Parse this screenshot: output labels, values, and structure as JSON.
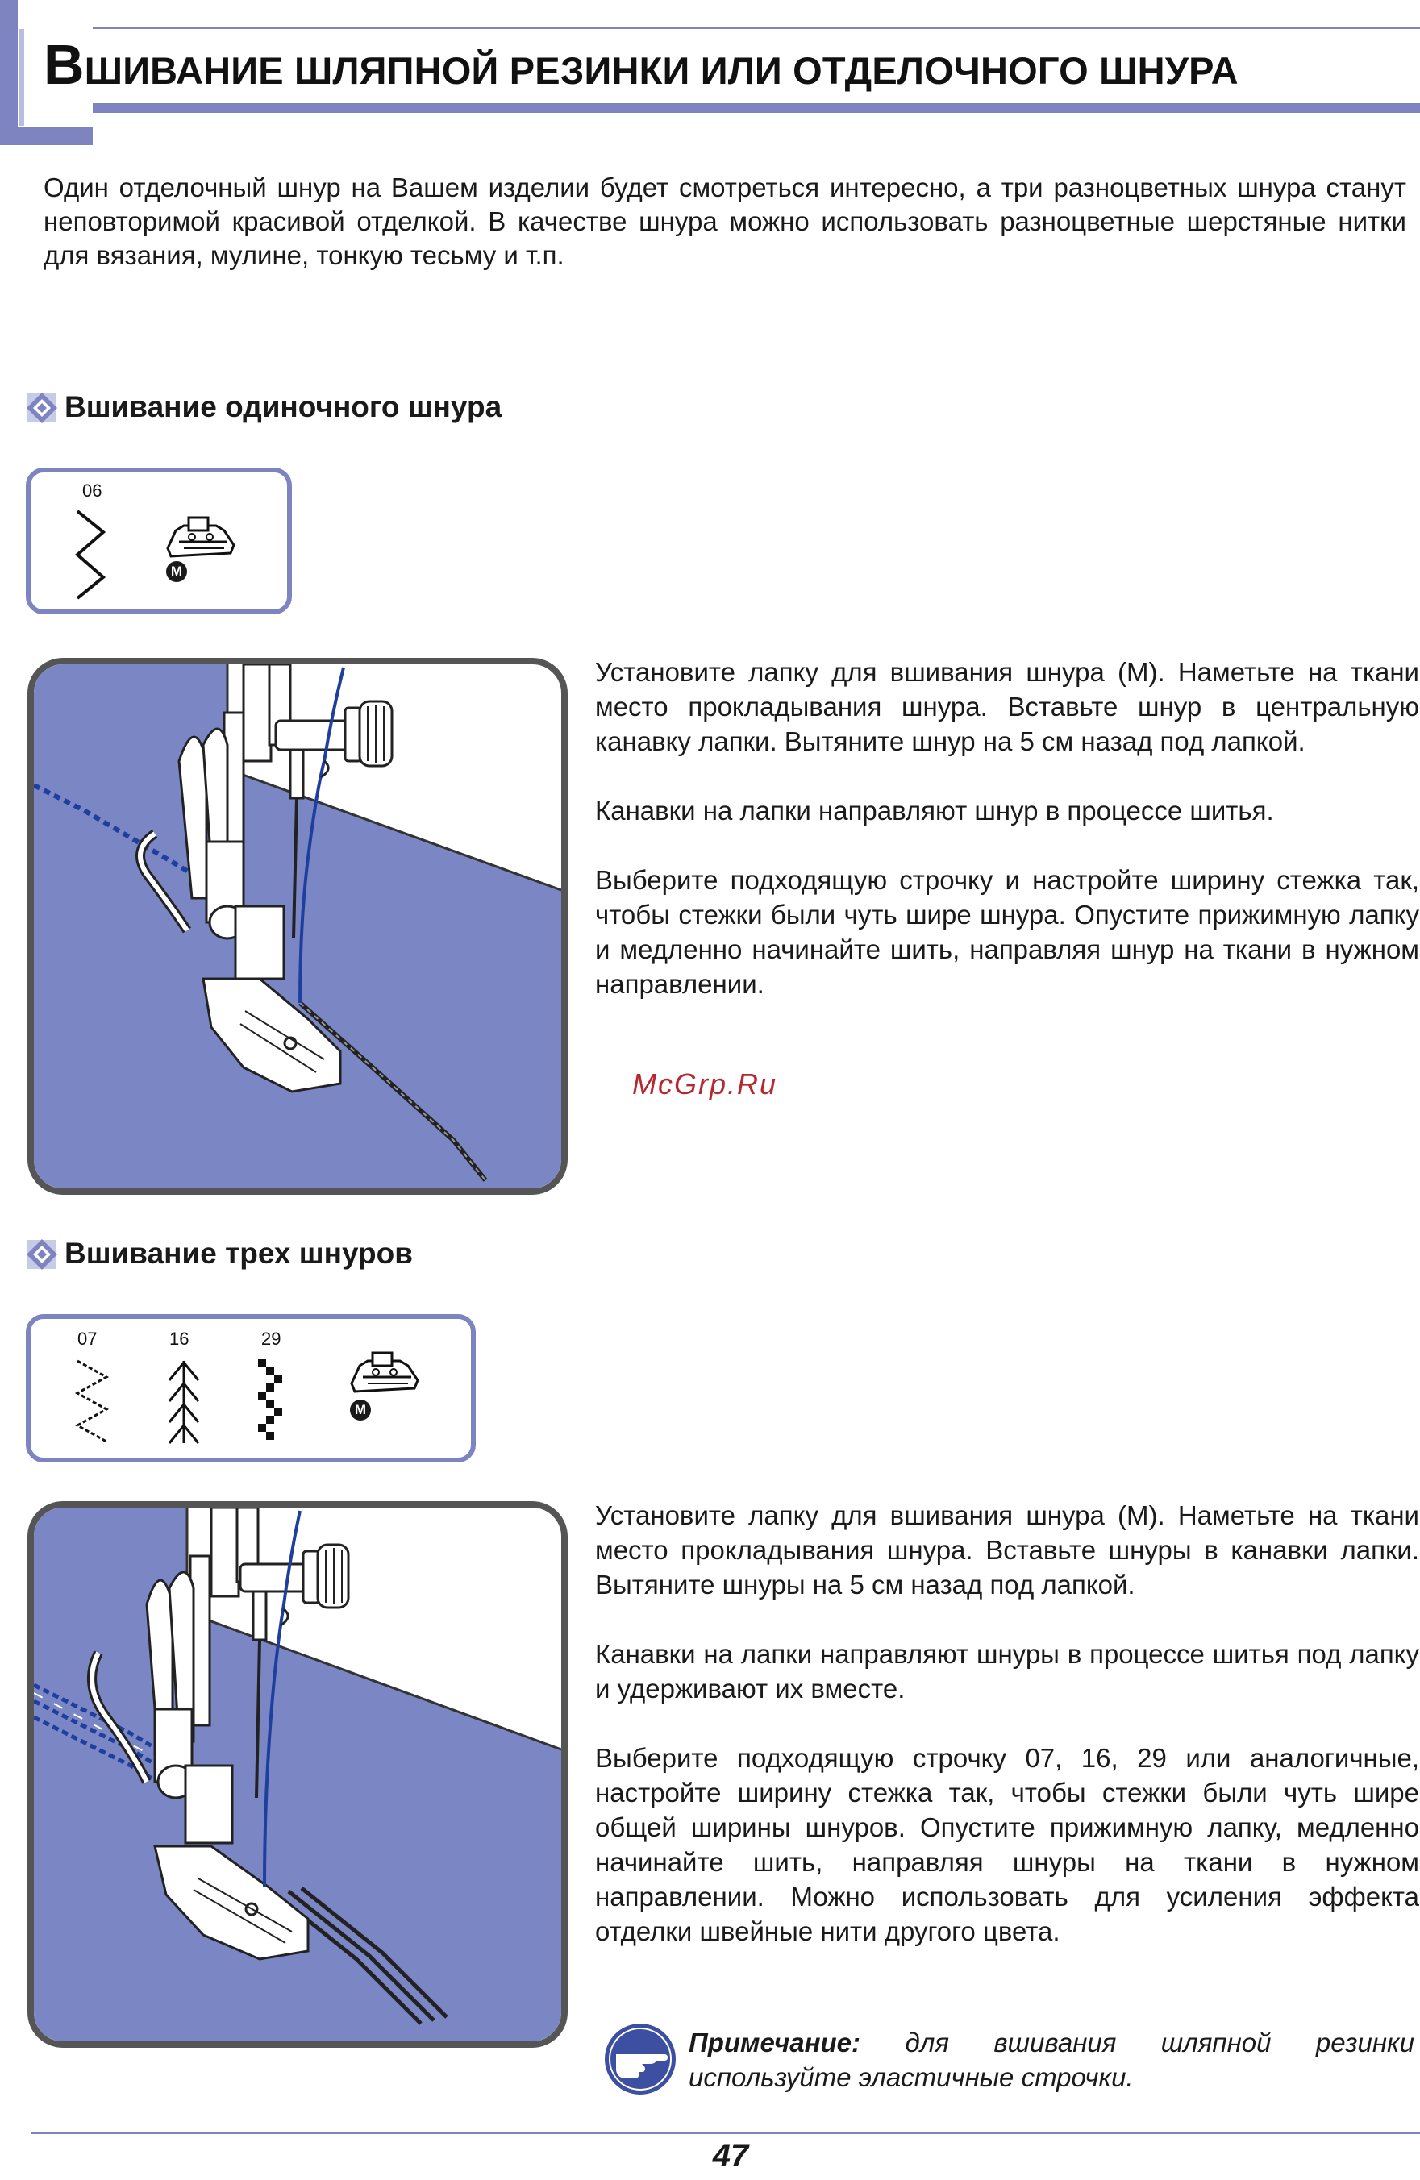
{
  "header": {
    "title_initial": "В",
    "title_rest": "ШИВАНИЕ ШЛЯПНОЙ РЕЗИНКИ ИЛИ ОТДЕЛОЧНОГО ШНУРА"
  },
  "intro": "Один отделочный шнур на Вашем изделии будет смотреться интересно, а три разноцветных шнура станут неповторимой красивой отделкой. В качестве шнура можно использовать разноцветные шерстяные нитки для вязания, мулине, тонкую тесьму и т.п.",
  "section1": {
    "heading": "Вшивание одиночного шнура",
    "stitches": [
      "06"
    ],
    "foot_label": "M",
    "paragraphs": [
      "Установите лапку для вшивания шнура (М). Наметьте на ткани место прокладывания шнура. Вставьте шнур в центральную канавку лапки. Вытяните шнур на 5 см назад под лапкой.",
      "Канавки на лапки направляют шнур в процессе шитья.",
      "Выберите подходящую строчку и настройте ширину стежка так, чтобы стежки были чуть шире шнура. Опустите прижимную лапку и медленно начинайте шить, направляя шнур на ткани в нужном направлении."
    ]
  },
  "watermark": "McGrp.Ru",
  "section2": {
    "heading": "Вшивание трех шнуров",
    "stitches": [
      "07",
      "16",
      "29"
    ],
    "foot_label": "M",
    "paragraphs": [
      "Установите лапку для вшивания шнура (М). Наметьте на ткани место прокладывания шнура. Вставьте шнуры в канавки лапки. Вытяните шнуры на 5 см назад под лапкой.",
      "Канавки на лапки направляют шнуры в процессе шитья под лапку и удерживают их вместе.",
      "Выберите подходящую строчку 07, 16, 29 или аналогичные, настройте ширину стежка так, чтобы стежки были чуть шире общей ширины шнуров. Опустите прижимную лапку, медленно начинайте шить, направляя шнуры на ткани в нужном направлении. Можно использовать для усиления эффекта отделки швейные нити другого цвета."
    ]
  },
  "note": {
    "label": "Примечание:",
    "text": "для вшивания шляпной резинки используйте эластичные строчки."
  },
  "page_number": "47",
  "colors": {
    "accent": "#7d84bf",
    "fabric": "#7b86c4",
    "thread": "#1f3f9e",
    "frame": "#555555",
    "watermark": "#b5282f"
  }
}
